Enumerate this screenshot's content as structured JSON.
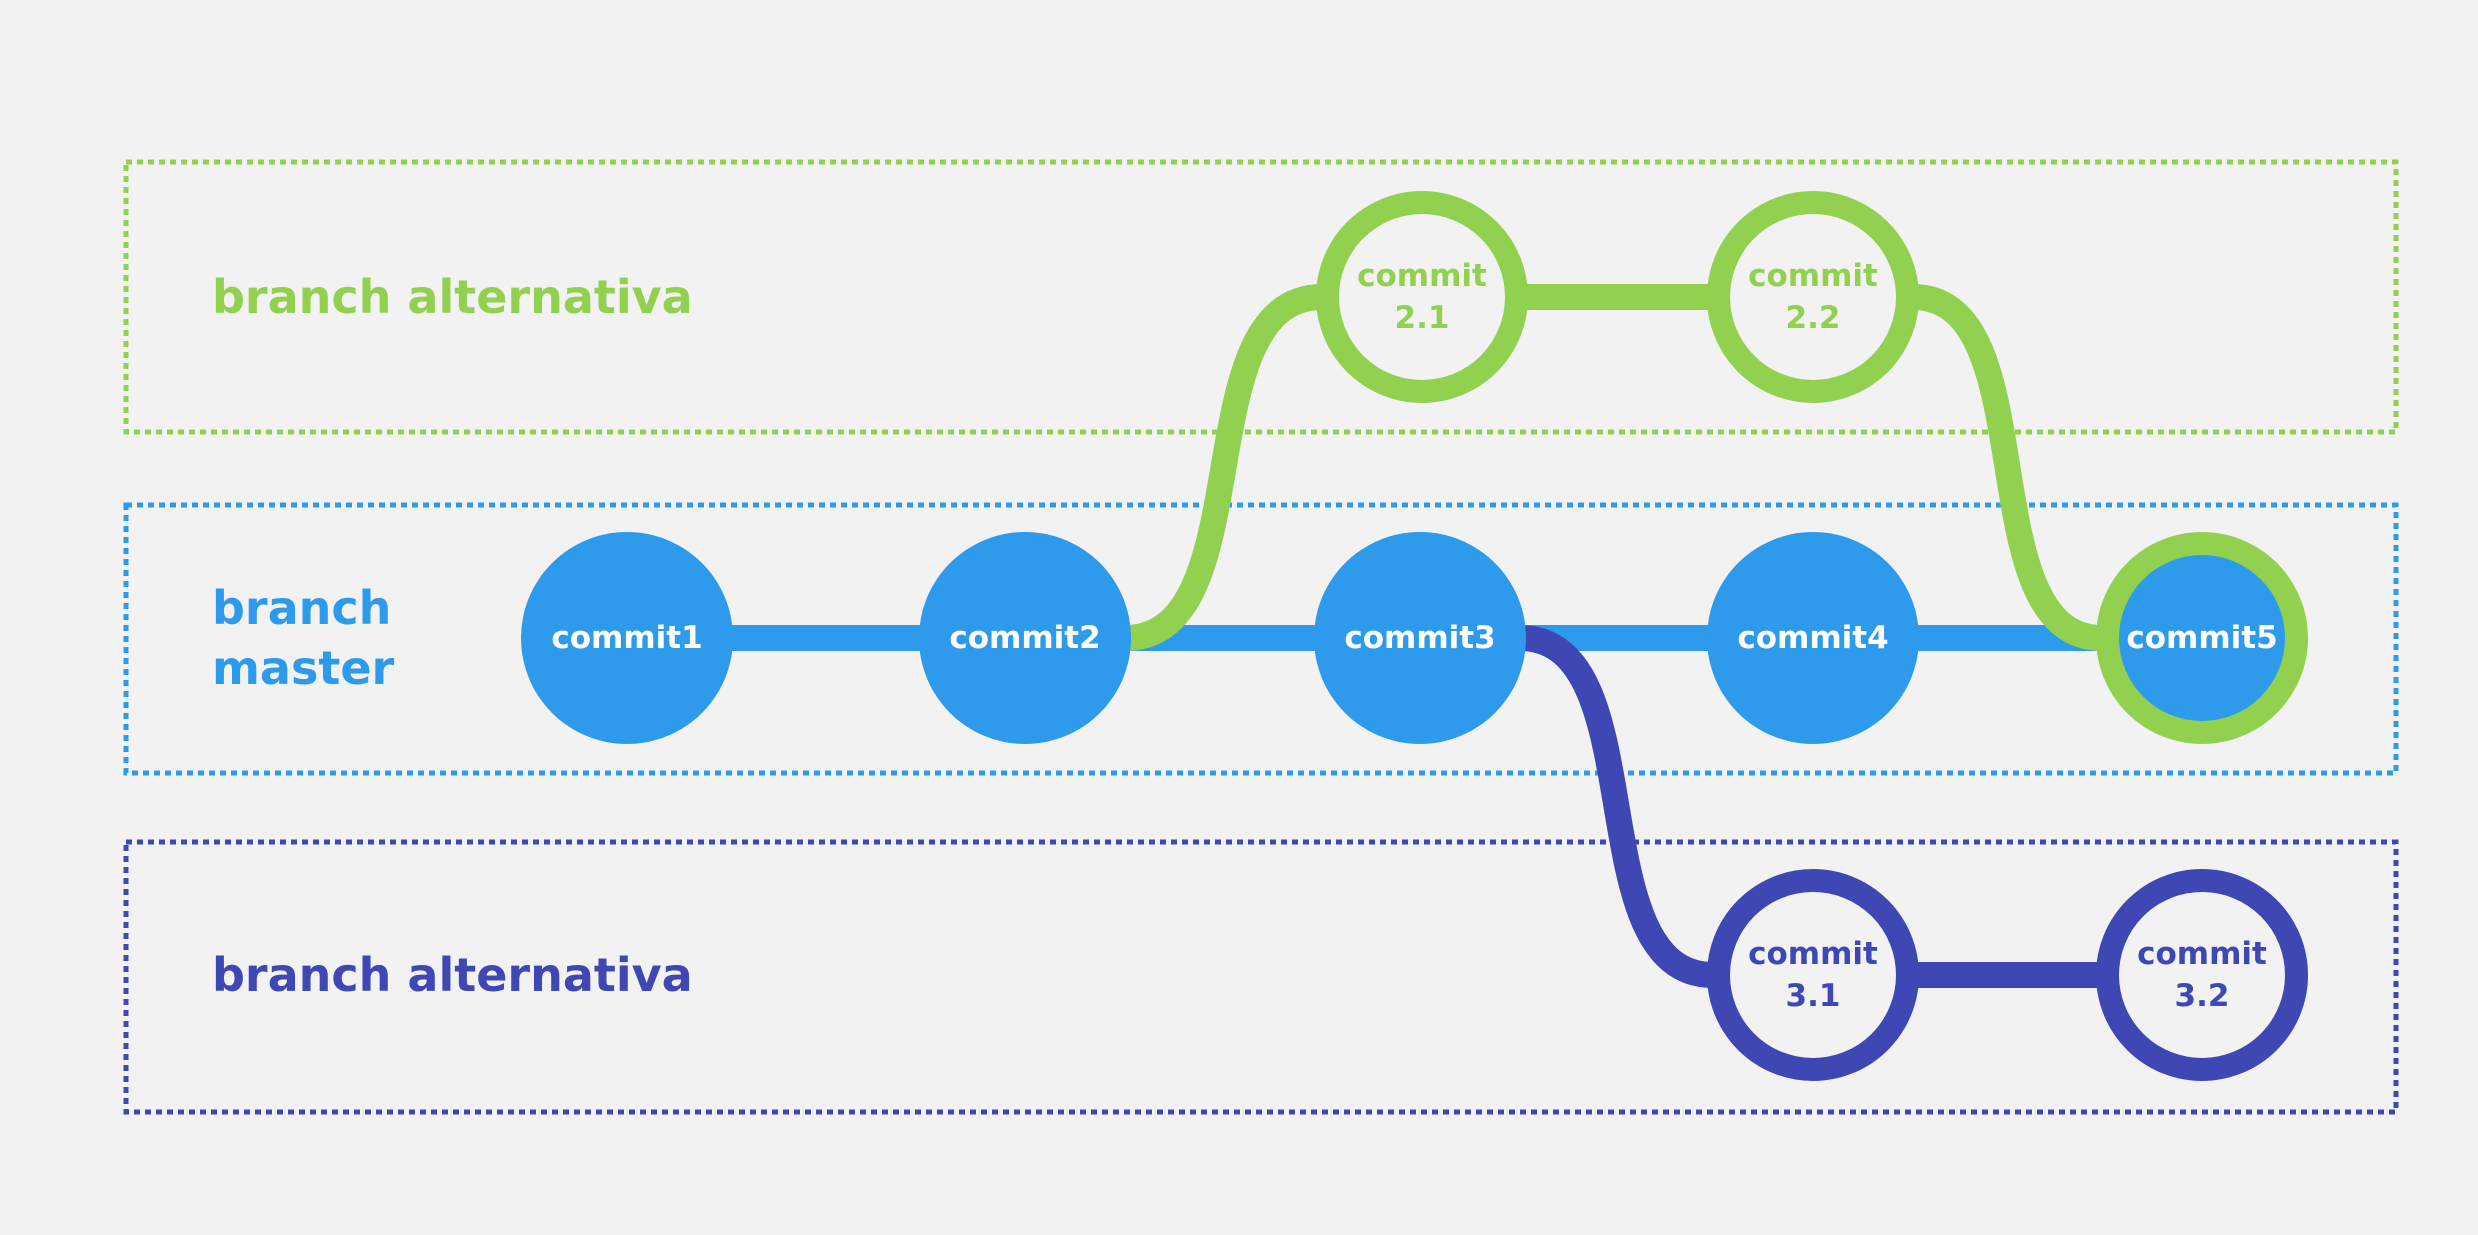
{
  "colors": {
    "background": "#f2f2f2",
    "green": "#92d050",
    "blue": "#2e9aec",
    "indigo": "#3f47b5",
    "white": "#ffffff"
  },
  "lanes": [
    {
      "id": "top",
      "label": [
        "branch alternativa"
      ],
      "color": "#92d050"
    },
    {
      "id": "master",
      "label": [
        "branch",
        "master"
      ],
      "color": "#2e9aec"
    },
    {
      "id": "bottom",
      "label": [
        "branch alternativa"
      ],
      "color": "#3f47b5"
    }
  ],
  "commits": [
    {
      "id": "c1",
      "lane": "master",
      "lines": [
        "commit1"
      ],
      "style": "filled",
      "fill": "#2e9aec"
    },
    {
      "id": "c2",
      "lane": "master",
      "lines": [
        "commit2"
      ],
      "style": "filled",
      "fill": "#2e9aec"
    },
    {
      "id": "c3",
      "lane": "master",
      "lines": [
        "commit3"
      ],
      "style": "filled",
      "fill": "#2e9aec"
    },
    {
      "id": "c4",
      "lane": "master",
      "lines": [
        "commit4"
      ],
      "style": "filled",
      "fill": "#2e9aec"
    },
    {
      "id": "c5",
      "lane": "master",
      "lines": [
        "commit5"
      ],
      "style": "filled-ring",
      "fill": "#2e9aec",
      "ring": "#92d050"
    },
    {
      "id": "c21",
      "lane": "top",
      "lines": [
        "commit",
        "2.1"
      ],
      "style": "ring",
      "ring": "#92d050"
    },
    {
      "id": "c22",
      "lane": "top",
      "lines": [
        "commit",
        "2.2"
      ],
      "style": "ring",
      "ring": "#92d050"
    },
    {
      "id": "c31",
      "lane": "bottom",
      "lines": [
        "commit",
        "3.1"
      ],
      "style": "ring",
      "ring": "#3f47b5"
    },
    {
      "id": "c32",
      "lane": "bottom",
      "lines": [
        "commit",
        "3.2"
      ],
      "style": "ring",
      "ring": "#3f47b5"
    }
  ],
  "links": [
    {
      "from": "c1",
      "to": "c2",
      "color": "#2e9aec"
    },
    {
      "from": "c2",
      "to": "c3",
      "color": "#2e9aec"
    },
    {
      "from": "c3",
      "to": "c4",
      "color": "#2e9aec"
    },
    {
      "from": "c4",
      "to": "c5",
      "color": "#2e9aec"
    },
    {
      "from": "c2",
      "to": "c21",
      "color": "#92d050"
    },
    {
      "from": "c21",
      "to": "c22",
      "color": "#92d050"
    },
    {
      "from": "c22",
      "to": "c5",
      "color": "#92d050"
    },
    {
      "from": "c3",
      "to": "c31",
      "color": "#3f47b5"
    },
    {
      "from": "c31",
      "to": "c32",
      "color": "#3f47b5"
    }
  ]
}
